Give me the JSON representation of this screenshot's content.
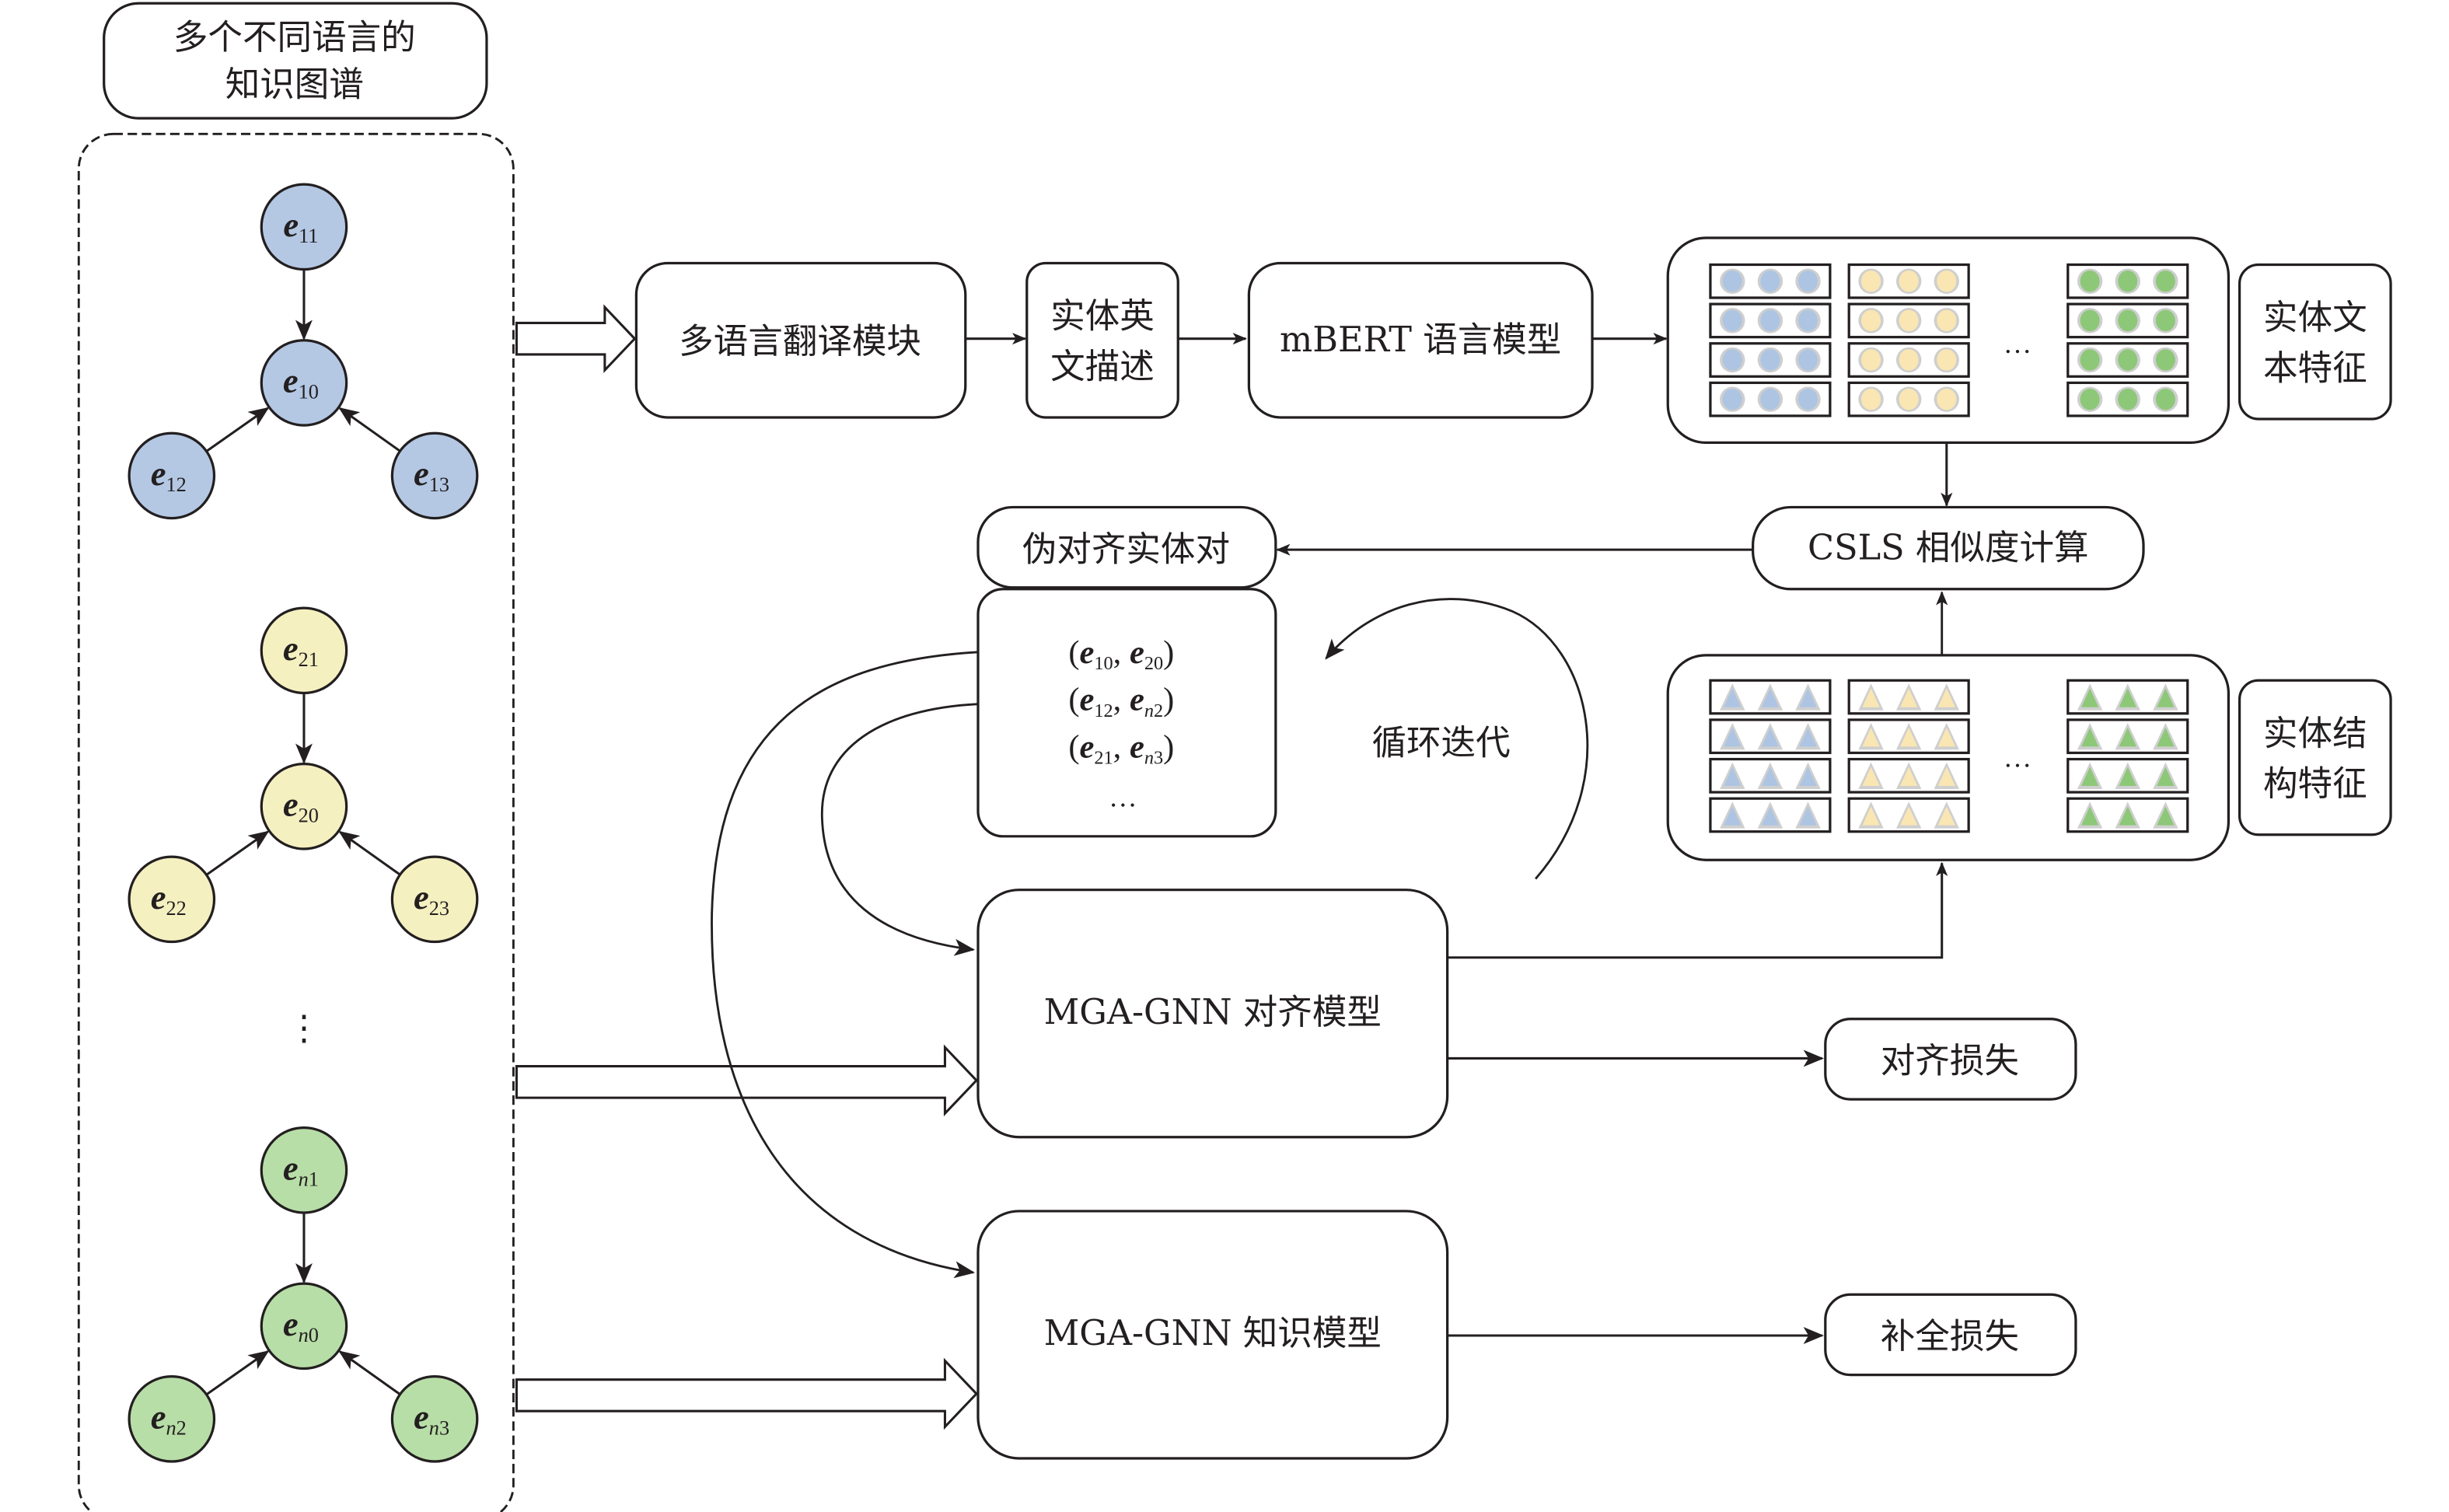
{
  "title_box": {
    "line1": "多个不同语言的",
    "line2": "知识图谱"
  },
  "colors": {
    "blue": "#b4c8e4",
    "yellow": "#f5f0c0",
    "green": "#b8dea8",
    "feat_blue": "#adc5e3",
    "feat_yellow": "#f9e6b2",
    "feat_green": "#8dc878",
    "feat_rim": "#cfcfcf",
    "stroke": "#231f20"
  },
  "graphs": [
    {
      "id": "g1",
      "color": "blue",
      "center": {
        "base": "e",
        "sub": "10"
      },
      "top": {
        "base": "e",
        "sub": "11"
      },
      "left": {
        "base": "e",
        "sub": "12"
      },
      "right": {
        "base": "e",
        "sub": "13"
      }
    },
    {
      "id": "g2",
      "color": "yellow",
      "center": {
        "base": "e",
        "sub": "20"
      },
      "top": {
        "base": "e",
        "sub": "21"
      },
      "left": {
        "base": "e",
        "sub": "22"
      },
      "right": {
        "base": "e",
        "sub": "23"
      }
    },
    {
      "id": "gn",
      "color": "green",
      "center": {
        "base": "e",
        "sub": "n0"
      },
      "top": {
        "base": "e",
        "sub": "n1"
      },
      "left": {
        "base": "e",
        "sub": "n2"
      },
      "right": {
        "base": "e",
        "sub": "n3"
      }
    }
  ],
  "vertical_ellipsis": "⋮",
  "pipeline": {
    "translate": "多语言翻译模块",
    "desc_line1": "实体英",
    "desc_line2": "文描述",
    "mbert": "mBERT 语言模型",
    "text_feat_line1": "实体文",
    "text_feat_line2": "本特征",
    "struct_feat_line1": "实体结",
    "struct_feat_line2": "构特征",
    "csls": "CSLS 相似度计算",
    "pseudo_title": "伪对齐实体对",
    "pairs": [
      {
        "a": "10",
        "b": "20"
      },
      {
        "a": "12",
        "b": "n2"
      },
      {
        "a": "21",
        "b": "n3"
      }
    ],
    "pairs_more": "…",
    "loop": "循环迭代",
    "align_model": "MGA-GNN 对齐模型",
    "know_model": "MGA-GNN 知识模型",
    "align_loss": "对齐损失",
    "complete_loss": "补全损失",
    "feat_ellipsis": "…"
  }
}
